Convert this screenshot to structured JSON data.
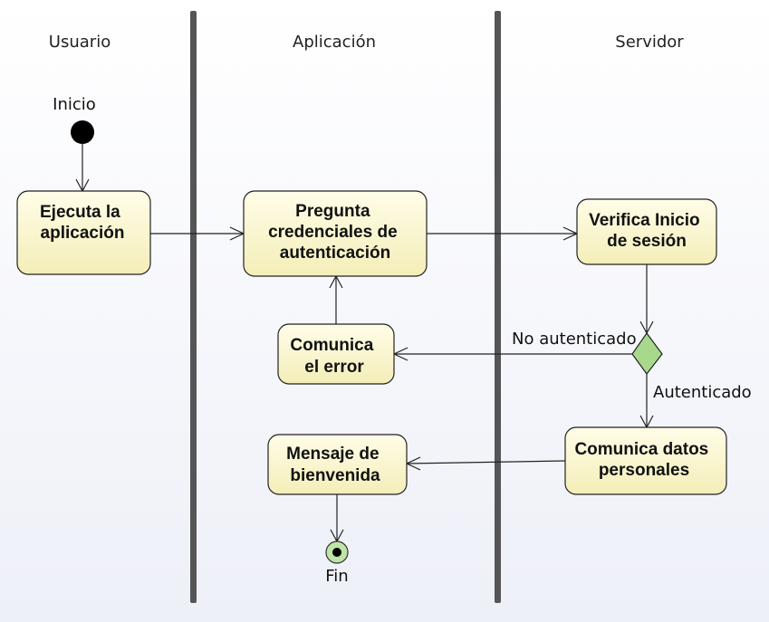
{
  "lanes": {
    "usuario": "Usuario",
    "aplicacion": "Aplicación",
    "servidor": "Servidor"
  },
  "start_label": "Inicio",
  "end_label": "Fin",
  "activities": {
    "ejecuta": [
      "Ejecuta la",
      "aplicación"
    ],
    "pregunta": [
      "Pregunta",
      "credenciales de",
      "autenticación"
    ],
    "verifica": [
      "Verifica Inicio",
      "de sesión"
    ],
    "comunica_error": [
      "Comunica",
      "el error"
    ],
    "mensaje": [
      "Mensaje de",
      "bienvenida"
    ],
    "comunica_datos": [
      "Comunica datos",
      "personales"
    ]
  },
  "guards": {
    "no_autenticado": "No autenticado",
    "autenticado": "Autenticado"
  },
  "colors": {
    "activity_fill_top": "#fffde8",
    "activity_fill_bottom": "#f4eeb8",
    "decision_fill": "#a8d88c",
    "end_fill": "#bfe4a8",
    "lane_bar": "#555555"
  }
}
